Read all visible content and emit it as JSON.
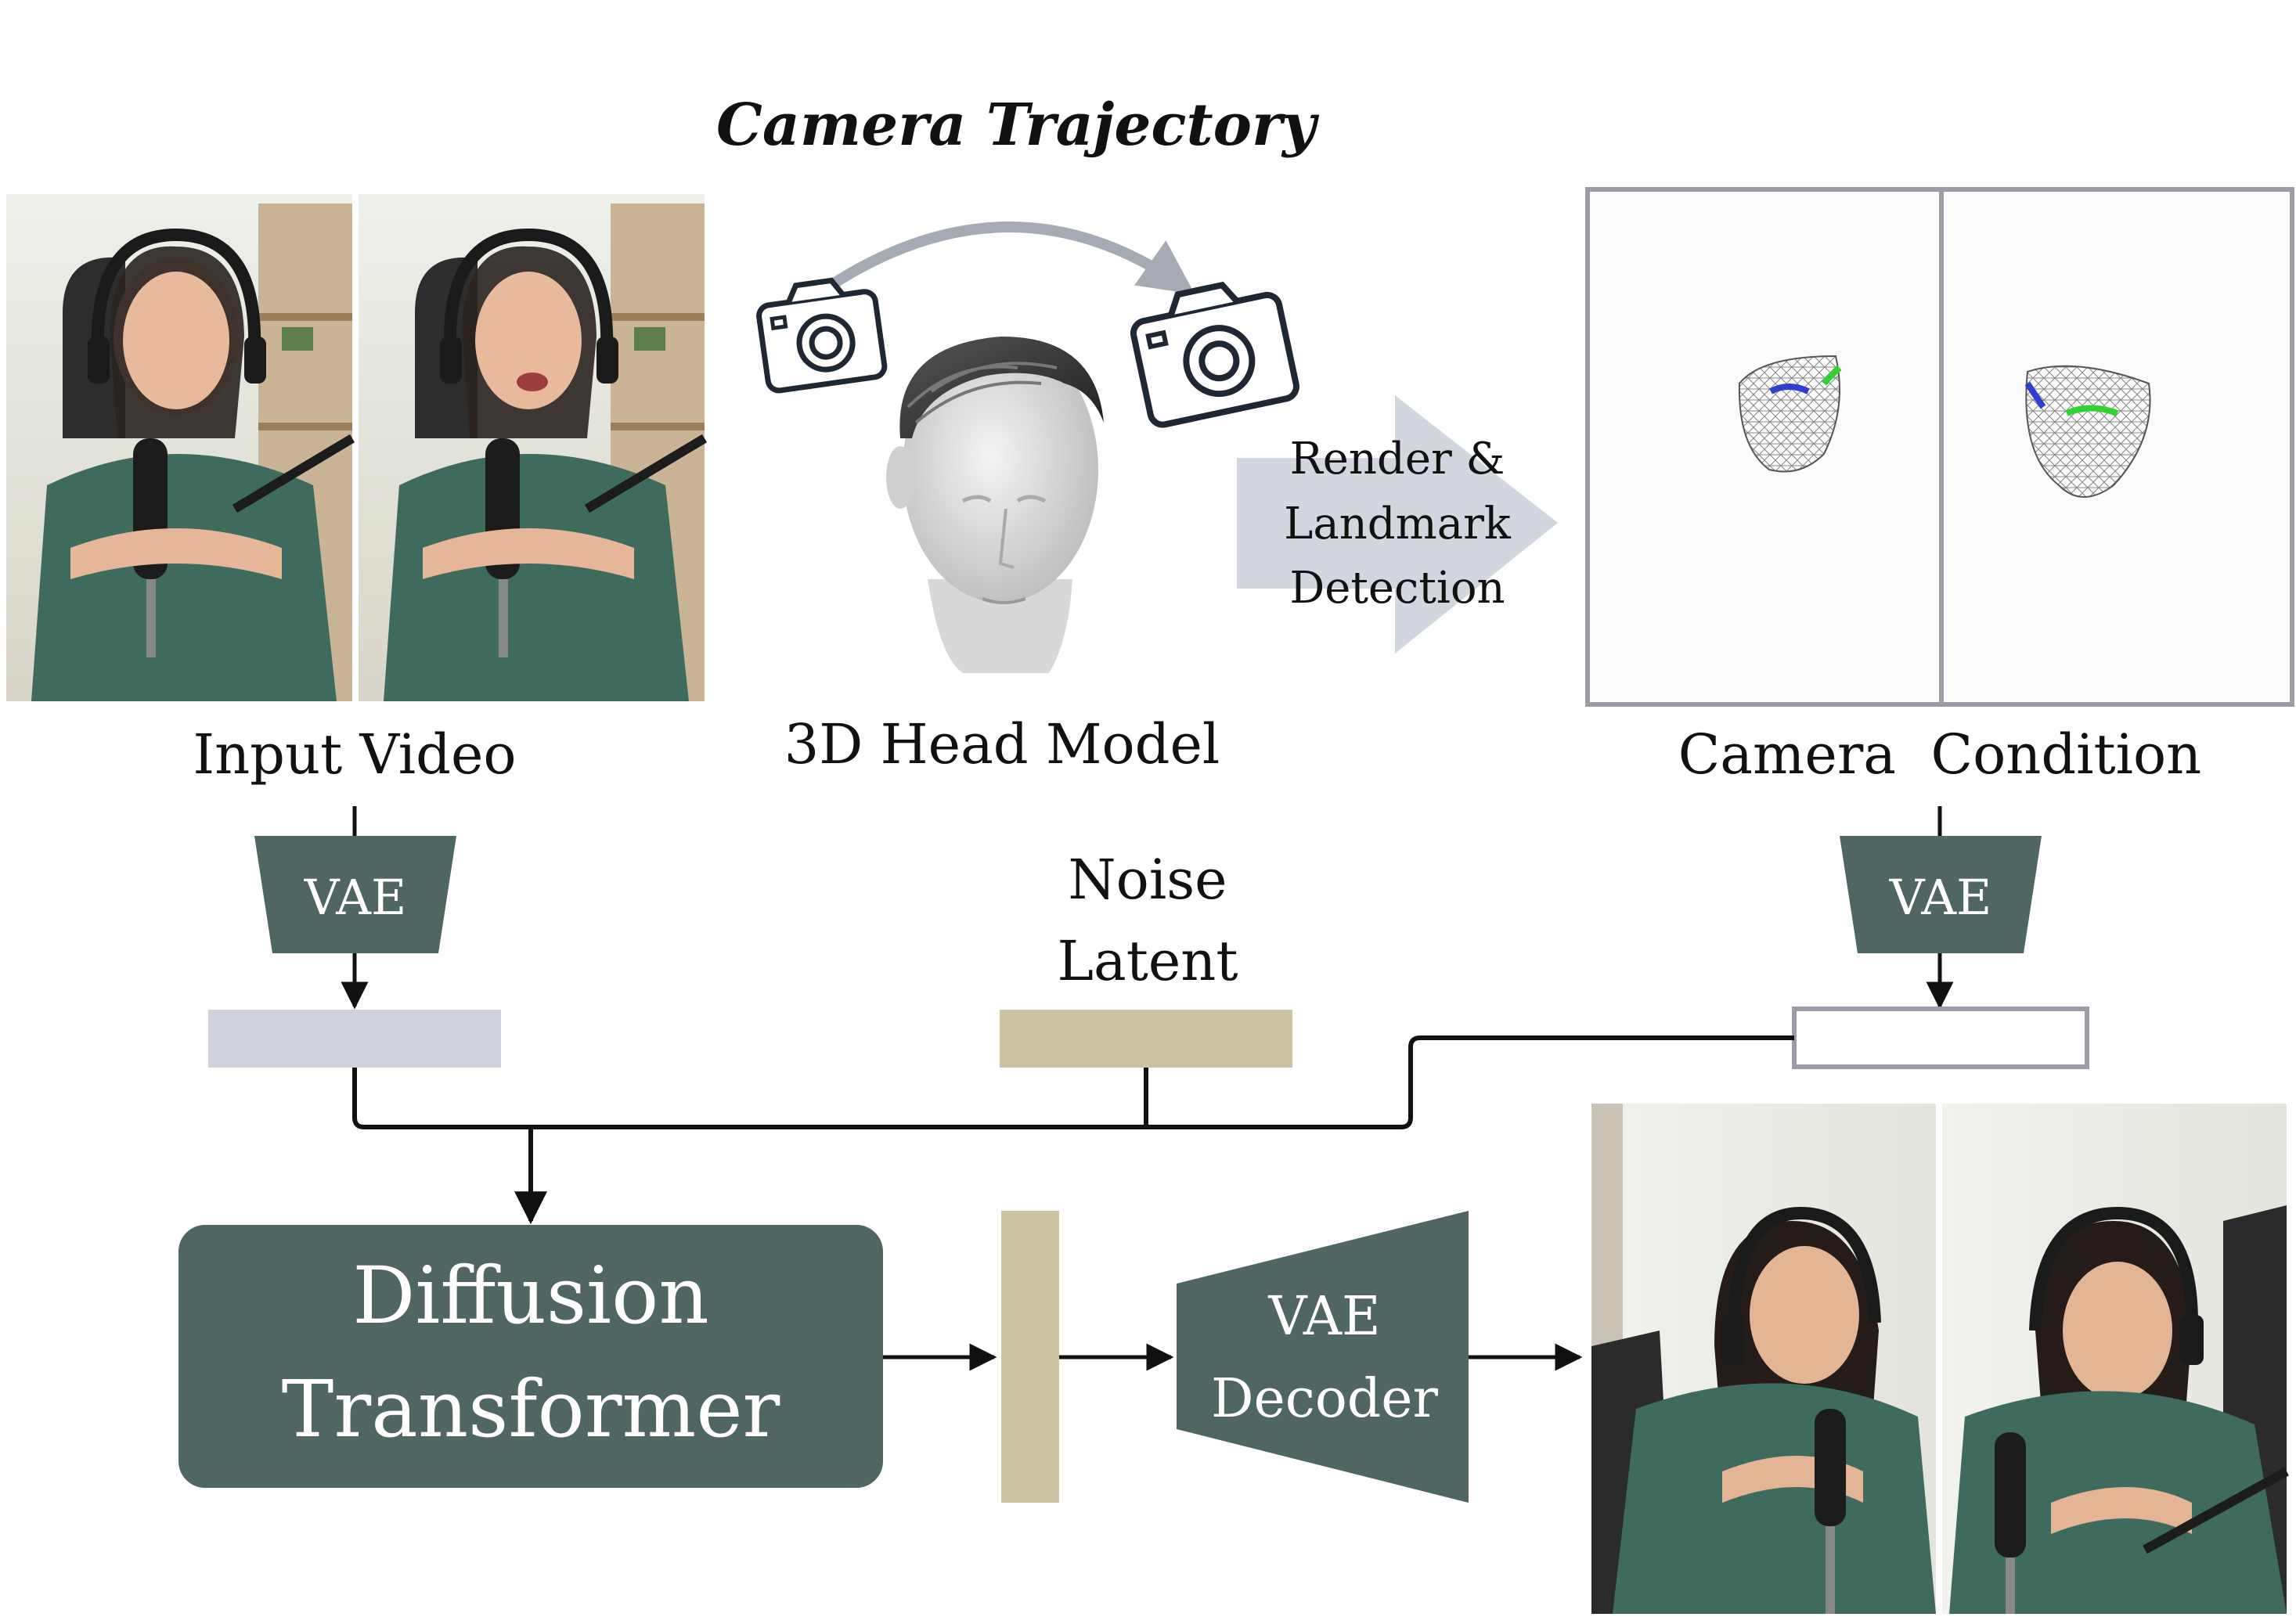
{
  "title": "Camera Trajectory",
  "labels": {
    "input_video": "Input Video",
    "head_model": "3D Head Model",
    "render": [
      "Render &",
      "Landmark",
      "Detection"
    ],
    "camera_condition": "Camera  Condition",
    "noise": [
      "Noise",
      "Latent"
    ]
  },
  "blocks": {
    "vae_left": "VAE",
    "vae_right": "VAE",
    "diffusion": [
      "Diffusion",
      "Transformer"
    ],
    "decoder": [
      "VAE",
      "Decoder"
    ]
  },
  "colors": {
    "block": "#4f6662",
    "input_latent": "#d0d4da",
    "noise_latent": "#cbc3a2",
    "camera_latent": "#ffffff",
    "frame": "#9a9ca6",
    "render_arrow": "#d2d6de",
    "trajectory_arc": "#a5aab4",
    "line": "#111111"
  },
  "icons": [
    "camera-icon",
    "camera-icon",
    "head-model-icon",
    "face-mesh-icon",
    "face-mesh-icon",
    "person-photo"
  ]
}
